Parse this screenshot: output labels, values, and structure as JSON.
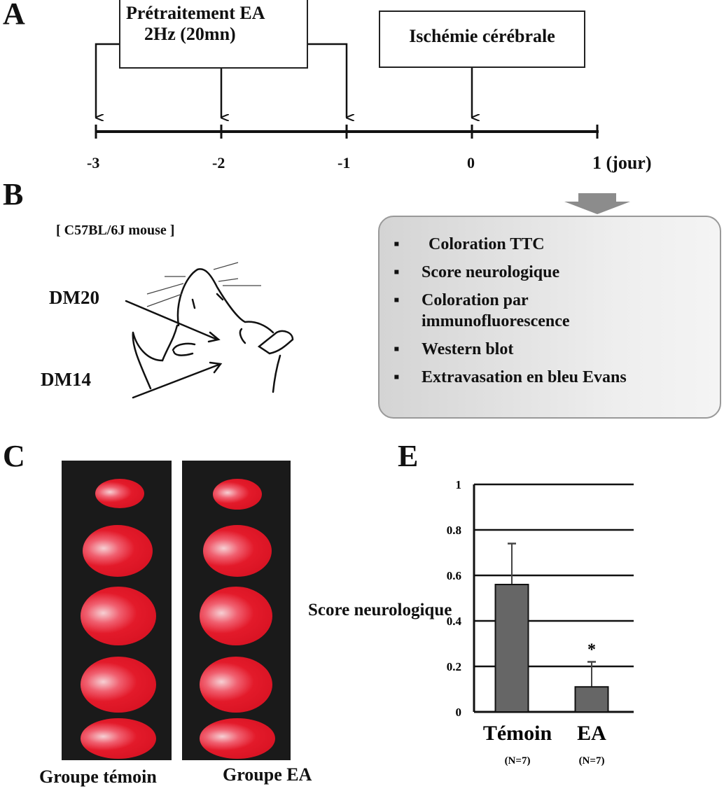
{
  "panels": {
    "a": "A",
    "b": "B",
    "c": "C",
    "e": "E"
  },
  "timeline": {
    "pretreatment_box": [
      "Prétraitement EA",
      "2Hz (20mn)"
    ],
    "ischemia_box": "Ischémie cérébrale",
    "ticks": [
      "-3",
      "-2",
      "-1",
      "0",
      "1 (jour)"
    ]
  },
  "mouse": {
    "title": "[ C57BL/6J mouse ]",
    "points": [
      "DM20",
      "DM14"
    ]
  },
  "outcomes": {
    "bullet": "▪",
    "items": [
      "Coloration TTC",
      "Score neurologique",
      "Coloration par immunofluorescence",
      "Western blot",
      "Extravasation en bleu Evans"
    ]
  },
  "brain_groups": [
    "Groupe témoin",
    "Groupe EA"
  ],
  "chart_data": {
    "type": "bar",
    "title": "",
    "ylabel": "Score neurologique",
    "xlabel": "",
    "categories": [
      "Témoin",
      "EA"
    ],
    "category_notes": [
      "(N=7)",
      "(N=7)"
    ],
    "values": [
      0.56,
      0.11
    ],
    "error_upper": [
      0.74,
      0.22
    ],
    "significance": [
      "",
      "*"
    ],
    "ylim": [
      0,
      1
    ],
    "yticks": [
      "0",
      "0.2",
      "0.4",
      "0.6",
      "0.8",
      "1"
    ],
    "grid": true,
    "bar_color": "#666666"
  }
}
